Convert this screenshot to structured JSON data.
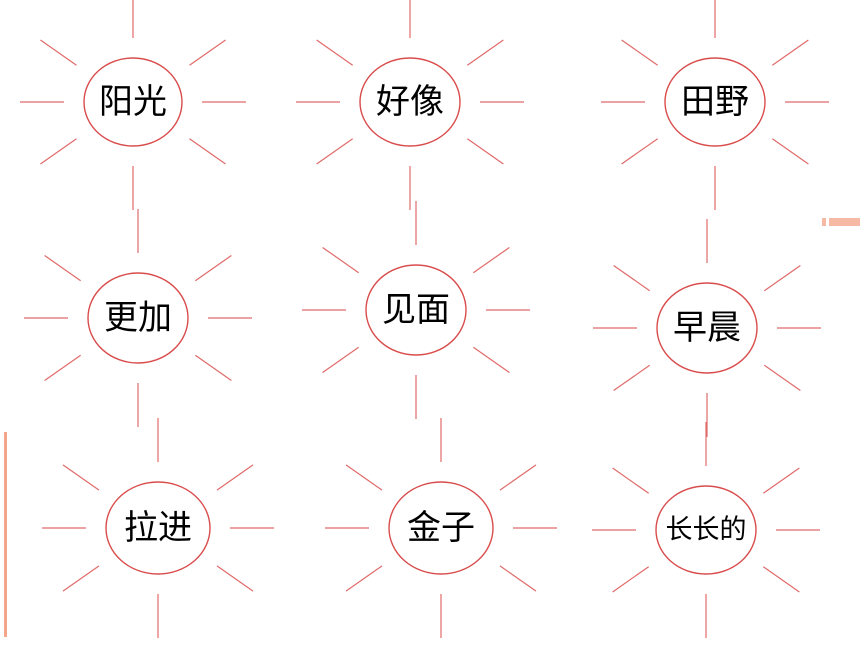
{
  "colors": {
    "ray": "#e06a6a",
    "circle": "#d94c4c",
    "accent": "#f4a68a",
    "text": "#000000"
  },
  "suns": [
    {
      "word": "阳光"
    },
    {
      "word": "好像"
    },
    {
      "word": "田野"
    },
    {
      "word": "更加"
    },
    {
      "word": "见面"
    },
    {
      "word": "早晨"
    },
    {
      "word": "拉进"
    },
    {
      "word": "金子"
    },
    {
      "word": "长长的"
    }
  ]
}
